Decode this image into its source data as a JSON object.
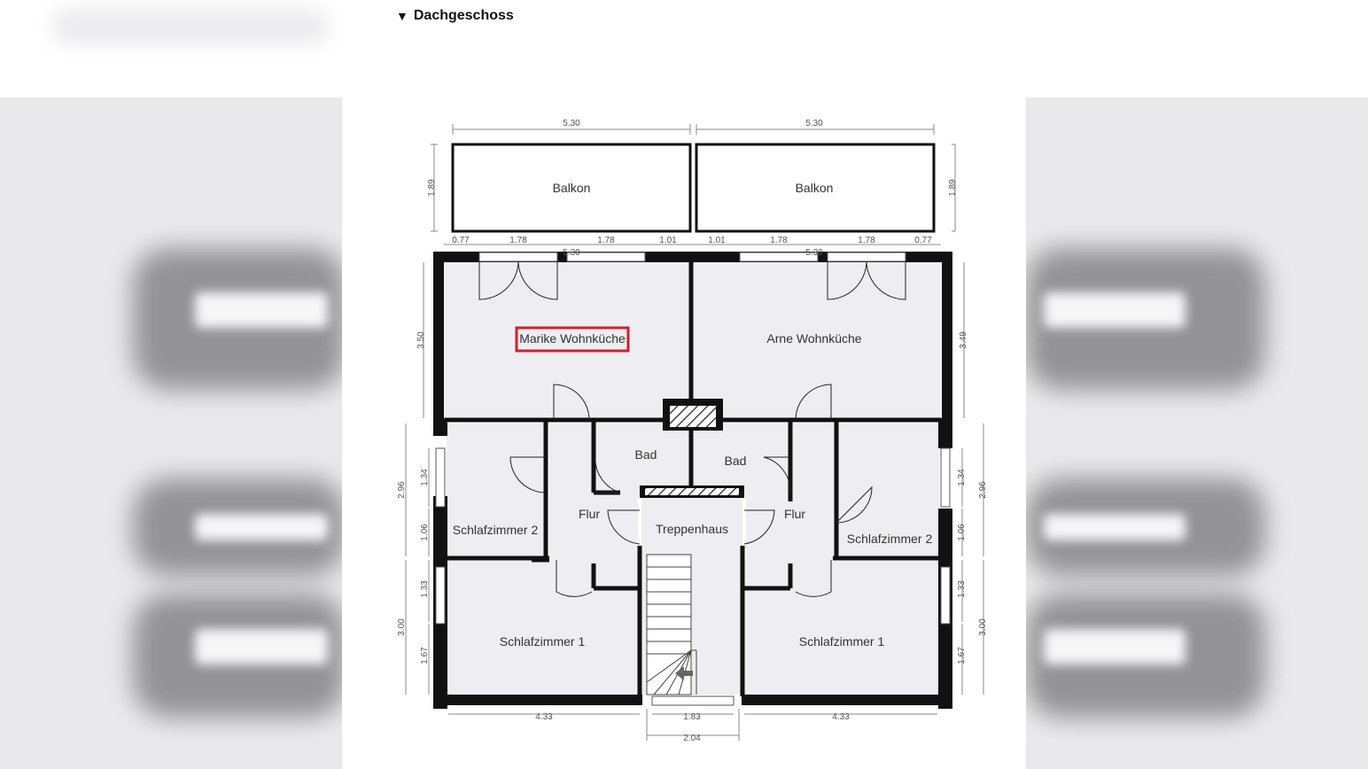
{
  "section": {
    "toggle_icon": "▼",
    "title": "Dachgeschoss"
  },
  "floorplan": {
    "rooms": {
      "balkon_left": "Balkon",
      "balkon_right": "Balkon",
      "wohnkueche_left": "Marike Wohnküche",
      "wohnkueche_right": "Arne Wohnküche",
      "bad_left": "Bad",
      "bad_right": "Bad",
      "flur_left": "Flur",
      "flur_right": "Flur",
      "treppenhaus": "Treppenhaus",
      "schlafzimmer2_left": "Schlafzimmer 2",
      "schlafzimmer2_right": "Schlafzimmer 2",
      "schlafzimmer1_left": "Schlafzimmer 1",
      "schlafzimmer1_right": "Schlafzimmer 1"
    },
    "highlight_color": "#d0202a",
    "dimensions": {
      "top_left": "5.30",
      "top_right": "5.30",
      "balkon_left_h": "1.89",
      "balkon_right_h": "1.89",
      "seg_l1": "0.77",
      "seg_l2": "1.78",
      "seg_l3": "1.78",
      "seg_l4": "1.01",
      "seg_r1": "1.01",
      "seg_r2": "1.78",
      "seg_r3": "1.78",
      "seg_r4": "0.77",
      "inner_left": "5.30",
      "inner_right": "5.30",
      "wk_left_h": "3.50",
      "wk_right_h": "3.49",
      "left_296": "2.96",
      "left_134": "1.34",
      "left_106": "1.06",
      "left_300": "3.00",
      "left_133": "1.33",
      "left_167": "1.67",
      "right_296": "2.96",
      "right_134": "1.34",
      "right_106": "1.06",
      "right_300": "3.00",
      "right_133": "1.33",
      "right_167": "1.67",
      "bottom_left": "4.33",
      "bottom_mid": "1.83",
      "bottom_right": "4.33",
      "bottom_total": "2.04"
    }
  }
}
